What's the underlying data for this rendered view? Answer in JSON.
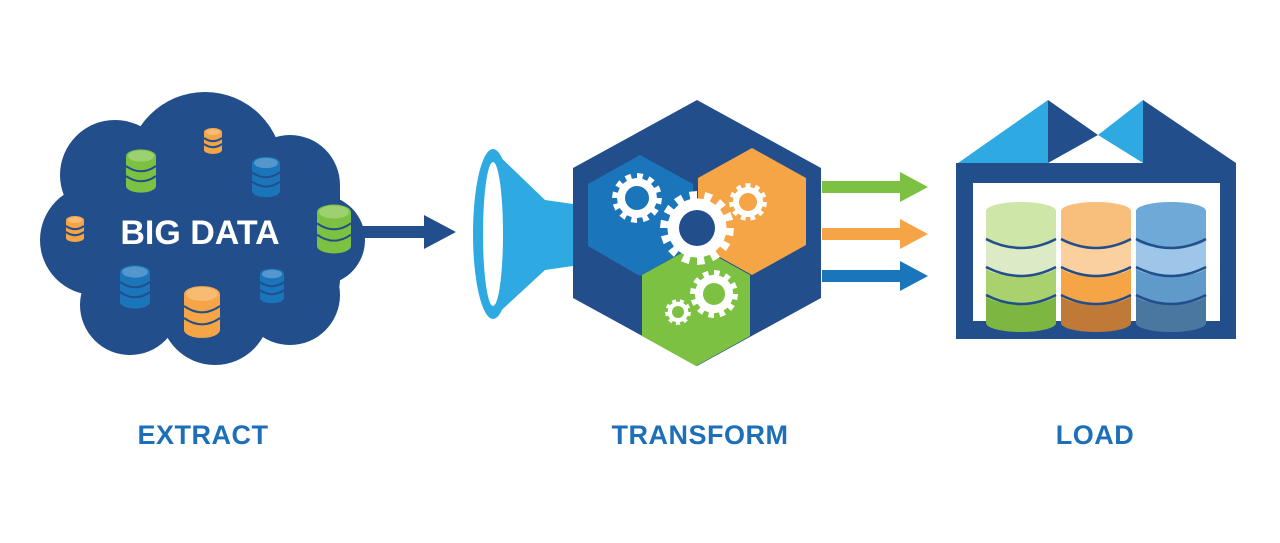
{
  "colors": {
    "navy": "#234E8C",
    "sky": "#2EA9E1",
    "green": "#7CC142",
    "orange": "#F6A546",
    "blue": "#1B75BB",
    "label": "#1D6FB8",
    "white": "#FFFFFF"
  },
  "cloud": {
    "text": "BIG DATA"
  },
  "stages": {
    "extract": "EXTRACT",
    "transform": "TRANSFORM",
    "load": "LOAD"
  },
  "icons": [
    "cloud-icon",
    "database-icon",
    "arrow-right-icon",
    "funnel-icon",
    "hexagon-icon",
    "gear-icon",
    "warehouse-icon"
  ]
}
